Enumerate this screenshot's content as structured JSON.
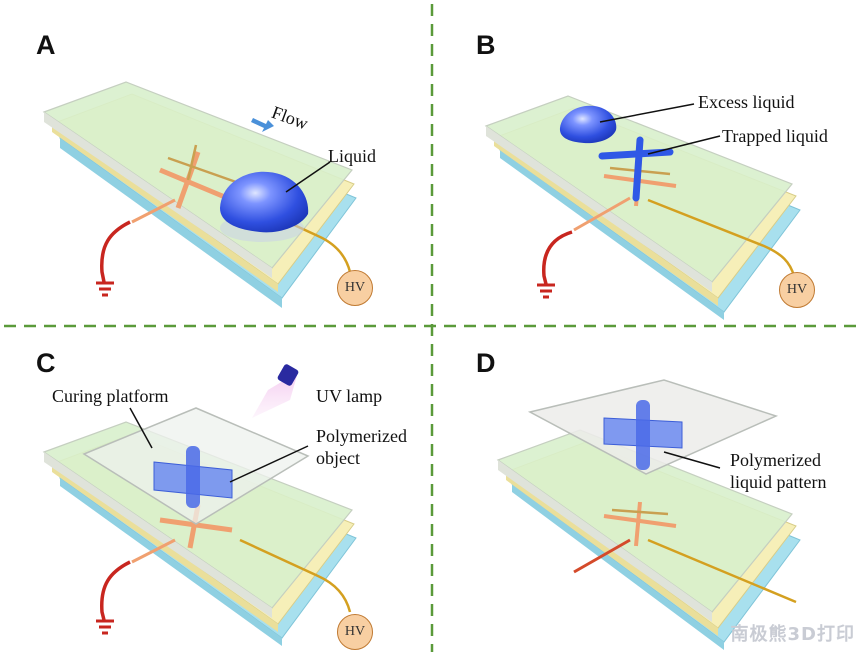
{
  "panels": [
    {
      "letter": "A"
    },
    {
      "letter": "B"
    },
    {
      "letter": "C"
    },
    {
      "letter": "D"
    }
  ],
  "labels": {
    "flow": "Flow",
    "liquid": "Liquid",
    "excess_liquid": "Excess liquid",
    "trapped_liquid": "Trapped liquid",
    "curing_platform": "Curing platform",
    "uv_lamp": "UV lamp",
    "polymerized_object_line1": "Polymerized",
    "polymerized_object_line2": "object",
    "polymerized_pattern_line1": "Polymerized",
    "polymerized_pattern_line2": "liquid pattern",
    "hv": "HV"
  },
  "watermark": "南极熊3D打印",
  "colors": {
    "divider": "#5a9a3a",
    "liquid_blue": "#3a5ee8",
    "ground_red": "#c8261f",
    "wire_gold": "#d4a020",
    "electrode_orange": "#f0a070",
    "plate_green": "#d8f0cc",
    "plate_yellow": "#f6efb8",
    "plate_cyan": "#a8e0ee",
    "hv_fill": "#f8cfa2"
  }
}
